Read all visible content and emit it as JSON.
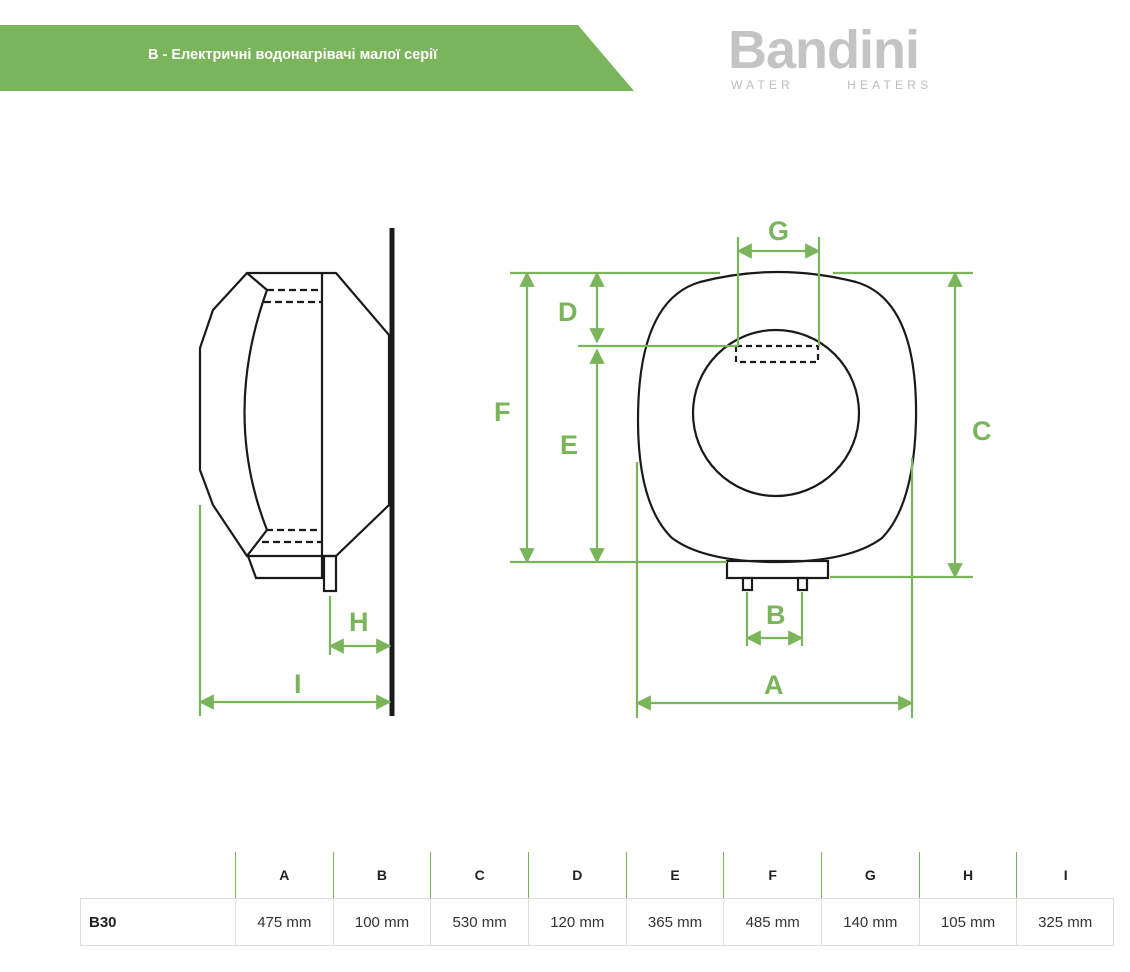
{
  "header": {
    "title": "B - Електричні водонагрівачі малої серії",
    "banner_color": "#7ab55c"
  },
  "logo": {
    "name": "Bandini",
    "tagline_left": "WATER",
    "tagline_right": "HEATERS",
    "color": "#c4c4c4"
  },
  "diagram": {
    "line_color": "#7ab55c",
    "labels": {
      "A": "A",
      "B": "B",
      "C": "C",
      "D": "D",
      "E": "E",
      "F": "F",
      "G": "G",
      "H": "H",
      "I": "I"
    }
  },
  "spec_table": {
    "columns": [
      "A",
      "B",
      "C",
      "D",
      "E",
      "F",
      "G",
      "H",
      "I"
    ],
    "rows": [
      {
        "model": "B30",
        "values": [
          "475 mm",
          "100 mm",
          "530 mm",
          "120 mm",
          "365 mm",
          "485 mm",
          "140  mm",
          "105  mm",
          "325  mm"
        ]
      }
    ]
  }
}
